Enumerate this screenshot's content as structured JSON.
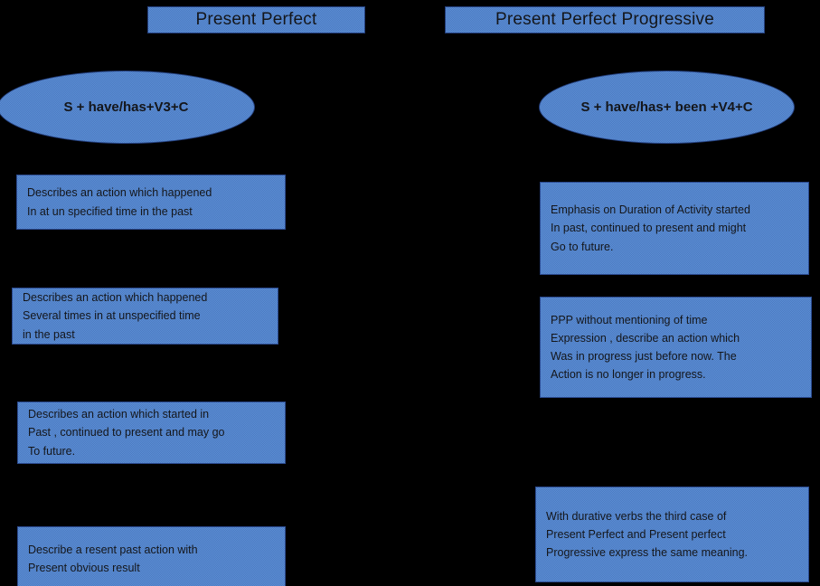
{
  "colors": {
    "background": "#000000",
    "shape_fill": "#5b8ed4",
    "shape_border": "#2b4a8f",
    "text": "#14161a"
  },
  "columns": {
    "left": {
      "title": "Present Perfect",
      "formula": "S + have/has+V3+C",
      "points": [
        "Describes an action which happened\nIn at un specified time in the past",
        "Describes an action which happened\nSeveral times in at unspecified time\nin the past",
        "Describes an action which started in\nPast , continued to present and may go\nTo future.",
        "Describe a resent past action with\nPresent obvious result"
      ]
    },
    "right": {
      "title": "Present Perfect Progressive",
      "formula": "S + have/has+ been +V4+C",
      "points": [
        "Emphasis on Duration of Activity started\nIn past, continued to present and might\nGo to future.",
        "PPP without mentioning of time\nExpression , describe an action which\nWas in progress just before now. The\nAction is no longer in progress.",
        "With durative verbs the third case of\nPresent Perfect and Present perfect\nProgressive express the same meaning."
      ]
    }
  }
}
